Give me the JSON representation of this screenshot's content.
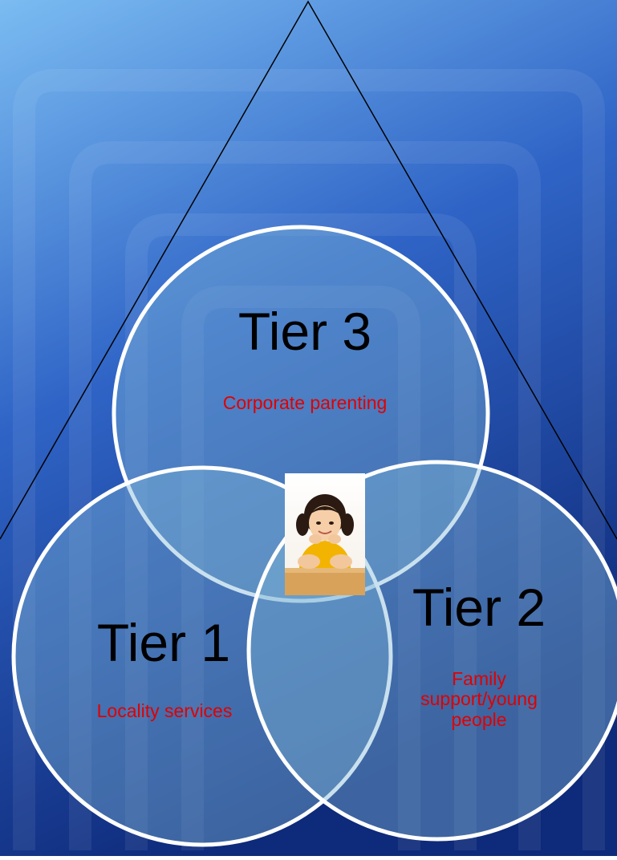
{
  "colors": {
    "bg_top": "#7bbcf2",
    "bg_mid": "#2f64c6",
    "bg_bottom": "#0e2a7a",
    "circle_fill": "#7fb6d6",
    "circle_stroke": "#ffffff",
    "tier_text": "#000000",
    "desc_text": "#e00000"
  },
  "tiers": [
    {
      "title": "Tier 3",
      "desc": "Corporate parenting"
    },
    {
      "title": "Tier 1",
      "desc": "Locality services"
    },
    {
      "title": "Tier 2",
      "desc_lines": [
        "Family",
        "support/young",
        "people"
      ]
    }
  ],
  "center_image": {
    "icon": "child-photo"
  }
}
